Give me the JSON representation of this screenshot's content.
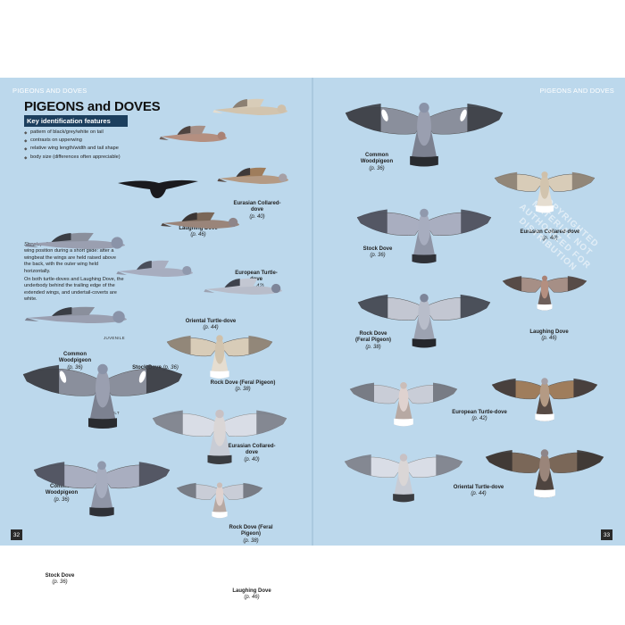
{
  "left_page": {
    "running_head": "PIGEONS AND DOVES",
    "title": "PIGEONS and DOVES",
    "page_number": "32",
    "key_box": {
      "heading": "Key identification features",
      "items": [
        "pattern of black/grey/white on tail",
        "contrasts on upperwing",
        "relative wing length/width and tail shape",
        "body size (differences often appreciable)"
      ],
      "para1_em": "Streptopelia",
      "para1_rest": " doves have a characteristic wing position during a short glide: after a wingbeat the wings are held raised above the back, with the outer wing held horizontally.",
      "para2": "On both turtle-doves and Laughing Dove, the underbody behind the trailing edge of the extended wings, and undertail-coverts are white."
    },
    "captions": [
      {
        "name": "Eurasian Collared-dove",
        "ref": "(p. 40)"
      },
      {
        "name": "Laughing Dove",
        "ref": "(p. 46)"
      },
      {
        "name": "European Turtle-dove",
        "ref": "(p. 42)"
      },
      {
        "name": "Oriental Turtle-dove",
        "ref": "(p. 44)"
      },
      {
        "name": "Common Woodpigeon",
        "ref": "(p. 36)"
      },
      {
        "name": "Stock Dove",
        "ref": "(p. 36)"
      },
      {
        "name": "Rock Dove (Feral Pigeon)",
        "ref": "(p. 38)"
      },
      {
        "name": "Eurasian Collared-dove",
        "ref": "(p. 40)"
      },
      {
        "name": "Common Woodpigeon",
        "ref": "(p. 36)"
      },
      {
        "name": "Rock Dove (Feral Pigeon)",
        "ref": "(p. 38)"
      },
      {
        "name": "Stock Dove",
        "ref": "(p. 36)"
      },
      {
        "name": "Laughing Dove",
        "ref": "(p. 46)"
      }
    ],
    "tags": {
      "juvenile": "JUVENILE",
      "adult": "ADULT"
    }
  },
  "right_page": {
    "running_head": "PIGEONS AND DOVES",
    "page_number": "33",
    "captions": [
      {
        "name": "Common Woodpigeon",
        "ref": "(p. 36)"
      },
      {
        "name": "Eurasian Collared-dove",
        "ref": "(p. 40)"
      },
      {
        "name": "Stock Dove",
        "ref": "(p. 36)"
      },
      {
        "name": "Laughing Dove",
        "ref": "(p. 46)"
      },
      {
        "name": "Rock Dove (Feral Pigeon)",
        "ref": "(p. 38)"
      },
      {
        "name": "European Turtle-dove",
        "ref": "(p. 42)"
      },
      {
        "name": "Oriental Turtle-dove",
        "ref": "(p. 44)"
      }
    ],
    "watermark": "COPYRIGHTED MATERIAL NOT AUTHORIZED FOR DISTRIBUTION"
  },
  "colors": {
    "background": "#bcd8ec",
    "key_box_header": "#1c3f5e",
    "folio": "#2a2a2a"
  }
}
